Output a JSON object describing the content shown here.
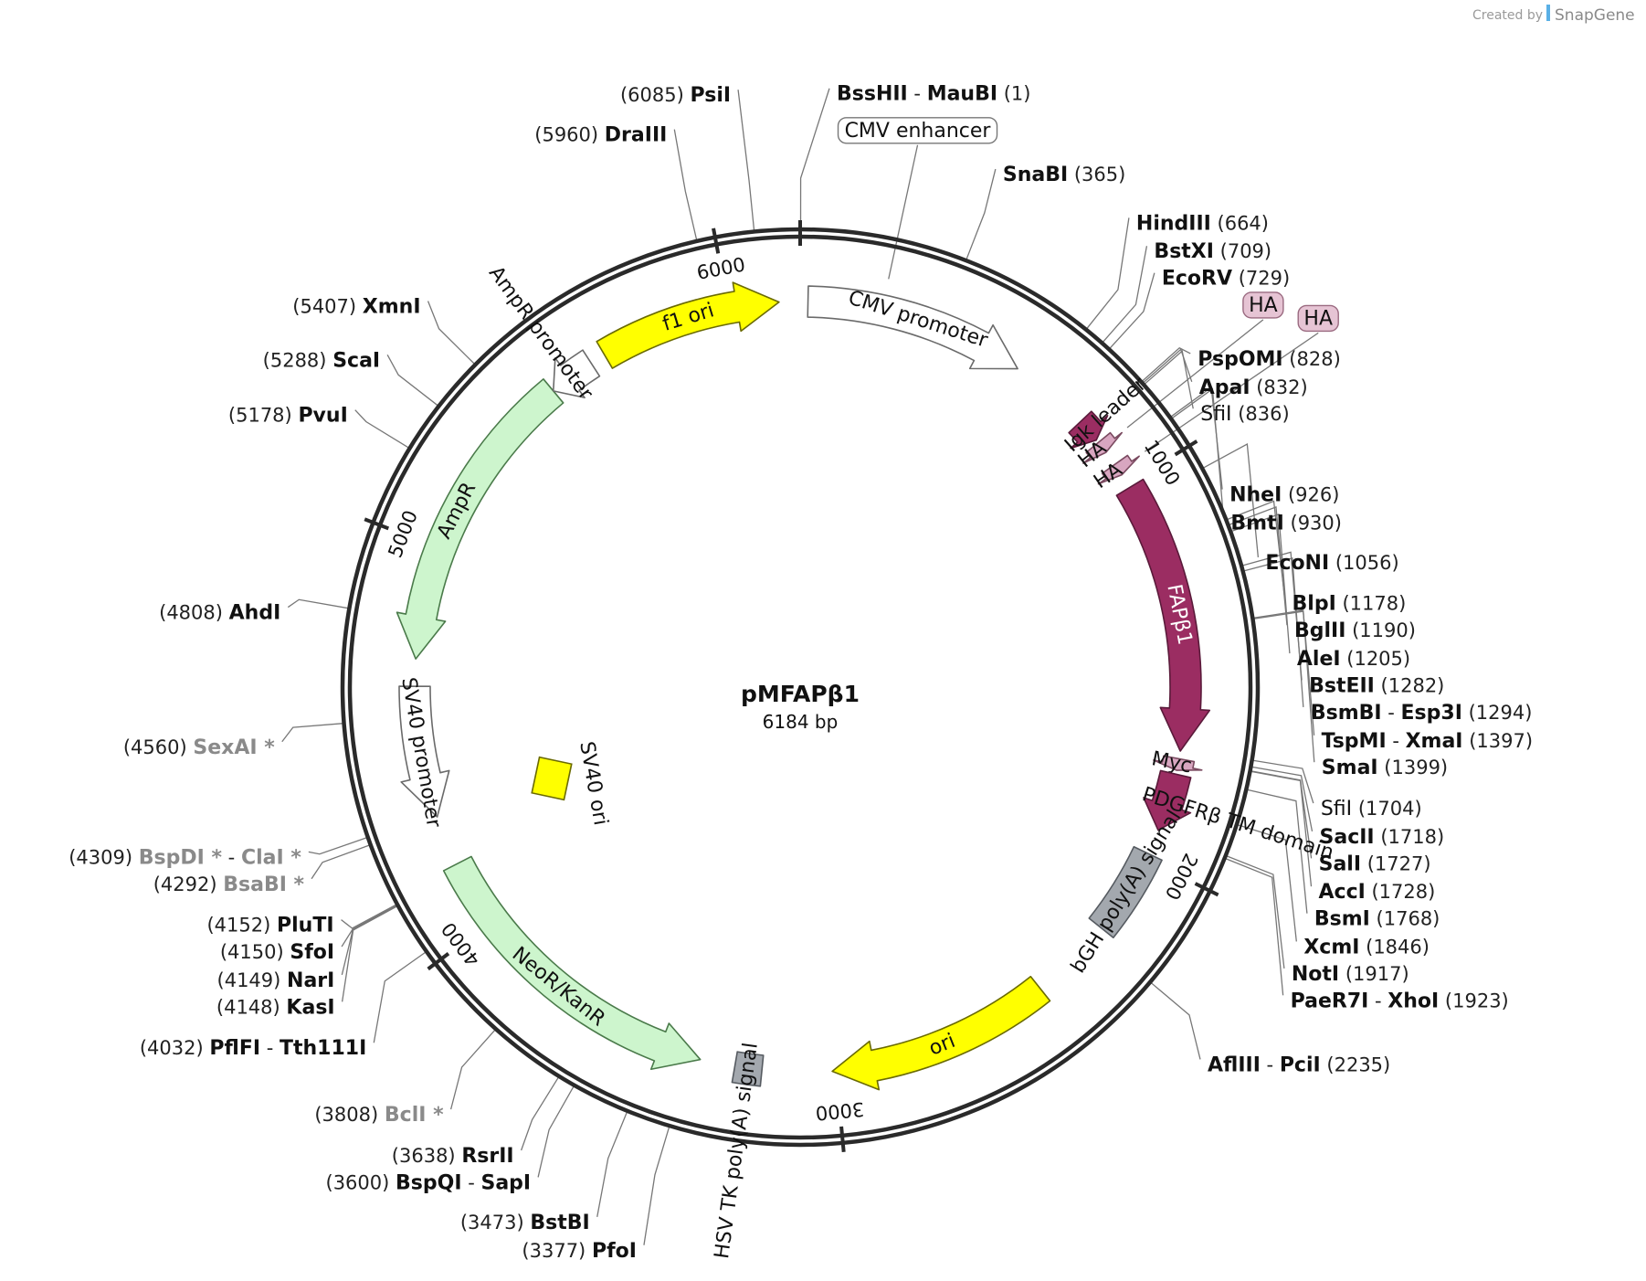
{
  "credit": {
    "prefix": "Created by",
    "brand": "SnapGene"
  },
  "plasmid": {
    "name": "pMFAPβ1",
    "size_label": "6184 bp",
    "length": 6184
  },
  "ticks": [
    {
      "pos": 0,
      "label": ""
    },
    {
      "pos": 1000,
      "label": "1000"
    },
    {
      "pos": 2000,
      "label": "2000"
    },
    {
      "pos": 3000,
      "label": "3000"
    },
    {
      "pos": 4000,
      "label": "4000"
    },
    {
      "pos": 5000,
      "label": "5000"
    },
    {
      "pos": 6000,
      "label": "6000"
    }
  ],
  "features": [
    {
      "name": "f1 ori",
      "start": 5660,
      "end": 6130,
      "dir": 1,
      "color": "#ffff00",
      "stroke": "#6a6a00",
      "text_color": "#111111"
    },
    {
      "name": "CMV promoter",
      "start": 20,
      "end": 590,
      "dir": 1,
      "color": "#ffffff",
      "stroke": "#6a6a6a",
      "text_color": "#111111"
    },
    {
      "name": "Igk leader",
      "start": 800,
      "end": 862,
      "dir": 1,
      "color": "#9b2d62",
      "stroke": "#5a1a3a",
      "text_color": "#ffffff"
    },
    {
      "name": "HA",
      "start": 870,
      "end": 902,
      "dir": 1,
      "color": "#d8a6c0",
      "stroke": "#7a4a60",
      "text_color": "#111111"
    },
    {
      "name": "HA",
      "start": 940,
      "end": 972,
      "dir": 1,
      "color": "#d8a6c0",
      "stroke": "#7a4a60",
      "text_color": "#111111"
    },
    {
      "name": "FAPβ1",
      "start": 1010,
      "end": 1710,
      "dir": 1,
      "color": "#9b2d62",
      "stroke": "#5a1a3a",
      "text_color": "#ffffff"
    },
    {
      "name": "Myc",
      "start": 1730,
      "end": 1760,
      "dir": 1,
      "color": "#d8a6c0",
      "stroke": "#7a4a60",
      "text_color": "#111111"
    },
    {
      "name": "PDGFRβ TM domain",
      "start": 1770,
      "end": 1920,
      "dir": 1,
      "color": "#9b2d62",
      "stroke": "#5a1a3a",
      "text_color": "#ffffff"
    },
    {
      "name": "bGH poly(A) signal",
      "start": 1985,
      "end": 2210,
      "dir": 0,
      "color": "#a3a8ae",
      "stroke": "#555a60",
      "text_color": "#111111"
    },
    {
      "name": "ori",
      "start": 2430,
      "end": 3010,
      "dir": 1,
      "color": "#ffff00",
      "stroke": "#6a6a00",
      "text_color": "#111111"
    },
    {
      "name": "HSV TK poly(A) signal",
      "start": 3190,
      "end": 3260,
      "dir": 0,
      "color": "#a3a8ae",
      "stroke": "#555a60",
      "text_color": "#111111"
    },
    {
      "name": "NeoR/KanR",
      "start": 3350,
      "end": 4170,
      "dir": -1,
      "color": "#cdf5cd",
      "stroke": "#4a7a4a",
      "text_color": "#111111"
    },
    {
      "name": "SV40 promoter",
      "start": 4300,
      "end": 4640,
      "dir": -1,
      "color": "#ffffff",
      "stroke": "#6a6a6a",
      "text_color": "#111111"
    },
    {
      "name": "AmpR",
      "start": 4710,
      "end": 5500,
      "dir": -1,
      "color": "#cdf5cd",
      "stroke": "#4a7a4a",
      "text_color": "#111111"
    },
    {
      "name": "AmpR promoter",
      "start": 5500,
      "end": 5620,
      "dir": -1,
      "color": "#ffffff",
      "stroke": "#6a6a6a",
      "text_color": "#111111"
    }
  ],
  "inner_features": [
    {
      "name": "SV40 ori",
      "color": "#ffff00",
      "stroke": "#6a6a00"
    }
  ],
  "sites": [
    {
      "name": "BssHII",
      "name2": "MauBI",
      "pos": 1,
      "side": "right",
      "label_y": 0.074,
      "gray": false
    },
    {
      "name": "SnaBI",
      "pos": 365,
      "side": "right",
      "label_y": 0.137,
      "gray": false
    },
    {
      "name": "HindIII",
      "pos": 664,
      "side": "right",
      "label_y": 0.175,
      "gray": false
    },
    {
      "name": "BstXI",
      "pos": 709,
      "side": "right",
      "label_y": 0.197,
      "gray": false
    },
    {
      "name": "EcoRV",
      "pos": 729,
      "side": "right",
      "label_y": 0.218,
      "gray": false
    },
    {
      "name": "PspOMI",
      "pos": 828,
      "side": "right",
      "label_y": 0.281,
      "gray": false
    },
    {
      "name": "ApaI",
      "pos": 832,
      "side": "right",
      "label_y": 0.303,
      "gray": false
    },
    {
      "name": "SfiI",
      "pos": 836,
      "side": "right",
      "label_y": 0.324,
      "gray": false,
      "light": true
    },
    {
      "name": "NheI",
      "pos": 926,
      "side": "right",
      "label_y": 0.387,
      "gray": false
    },
    {
      "name": "BmtI",
      "pos": 930,
      "side": "right",
      "label_y": 0.409,
      "gray": false
    },
    {
      "name": "EcoNI",
      "pos": 1056,
      "side": "right",
      "label_y": 0.44,
      "gray": false
    },
    {
      "name": "BlpI",
      "pos": 1178,
      "side": "right",
      "label_y": 0.472,
      "gray": false
    },
    {
      "name": "BglII",
      "pos": 1190,
      "side": "right",
      "label_y": 0.493,
      "gray": false
    },
    {
      "name": "AleI",
      "pos": 1205,
      "side": "right",
      "label_y": 0.515,
      "gray": false
    },
    {
      "name": "BstEII",
      "pos": 1282,
      "side": "right",
      "label_y": 0.536,
      "gray": false
    },
    {
      "name": "BsmBI",
      "name2": "Esp3I",
      "pos": 1294,
      "side": "right",
      "label_y": 0.557,
      "gray": false
    },
    {
      "name": "TspMI",
      "name2": "XmaI",
      "pos": 1397,
      "side": "right",
      "label_y": 0.579,
      "gray": false
    },
    {
      "name": "SmaI",
      "pos": 1399,
      "side": "right",
      "label_y": 0.6,
      "gray": false
    },
    {
      "name": "SfiI",
      "pos": 1704,
      "side": "right",
      "label_y": 0.632,
      "gray": false,
      "light": true
    },
    {
      "name": "SacII",
      "pos": 1718,
      "side": "right",
      "label_y": 0.654,
      "gray": false
    },
    {
      "name": "SalI",
      "pos": 1727,
      "side": "right",
      "label_y": 0.675,
      "gray": false
    },
    {
      "name": "AccI",
      "pos": 1728,
      "side": "right",
      "label_y": 0.697,
      "gray": false
    },
    {
      "name": "BsmI",
      "pos": 1768,
      "side": "right",
      "label_y": 0.718,
      "gray": false
    },
    {
      "name": "XcmI",
      "pos": 1846,
      "side": "right",
      "label_y": 0.74,
      "gray": false
    },
    {
      "name": "NotI",
      "pos": 1917,
      "side": "right",
      "label_y": 0.761,
      "gray": false
    },
    {
      "name": "PaeR7I",
      "name2": "XhoI",
      "pos": 1923,
      "side": "right",
      "label_y": 0.782,
      "gray": false
    },
    {
      "name": "AflIII",
      "name2": "PciI",
      "pos": 2235,
      "side": "right",
      "label_y": 0.832,
      "gray": false
    },
    {
      "name": "PfoI",
      "pos": 3377,
      "side": "left",
      "label_y": 0.977,
      "gray": false
    },
    {
      "name": "BstBI",
      "pos": 3473,
      "side": "left",
      "label_y": 0.955,
      "gray": false
    },
    {
      "name": "BspQI",
      "name2": "SapI",
      "pos": 3600,
      "side": "left",
      "label_y": 0.924,
      "gray": false
    },
    {
      "name": "RsrII",
      "pos": 3638,
      "side": "left",
      "label_y": 0.903,
      "gray": false
    },
    {
      "name": "BclI *",
      "pos": 3808,
      "side": "left",
      "label_y": 0.871,
      "gray": true
    },
    {
      "name": "PflFI",
      "name2": "Tth111I",
      "pos": 4032,
      "side": "left",
      "label_y": 0.819,
      "gray": false
    },
    {
      "name": "KasI",
      "pos": 4148,
      "side": "left",
      "label_y": 0.787,
      "gray": false
    },
    {
      "name": "NarI",
      "pos": 4149,
      "side": "left",
      "label_y": 0.766,
      "gray": false
    },
    {
      "name": "SfoI",
      "pos": 4150,
      "side": "left",
      "label_y": 0.744,
      "gray": false
    },
    {
      "name": "PluTI",
      "pos": 4152,
      "side": "left",
      "label_y": 0.723,
      "gray": false
    },
    {
      "name": "BsaBI *",
      "pos": 4292,
      "side": "left",
      "label_y": 0.691,
      "gray": true
    },
    {
      "name": "BspDI *",
      "name2": "ClaI *",
      "pos": 4309,
      "side": "left",
      "label_y": 0.67,
      "gray": true
    },
    {
      "name": "SexAI *",
      "pos": 4560,
      "side": "left",
      "label_y": 0.584,
      "gray": true
    },
    {
      "name": "AhdI",
      "pos": 4808,
      "side": "left",
      "label_y": 0.479,
      "gray": false
    },
    {
      "name": "PvuI",
      "pos": 5178,
      "side": "left",
      "label_y": 0.325,
      "gray": false
    },
    {
      "name": "ScaI",
      "pos": 5288,
      "side": "left",
      "label_y": 0.282,
      "gray": false
    },
    {
      "name": "XmnI",
      "pos": 5407,
      "side": "left",
      "label_y": 0.24,
      "gray": false
    },
    {
      "name": "DraIII",
      "pos": 5960,
      "side": "left",
      "label_y": 0.106,
      "gray": false
    },
    {
      "name": "PsiI",
      "pos": 6085,
      "side": "left",
      "label_y": 0.075,
      "gray": false
    }
  ],
  "callouts": [
    {
      "name": "CMV enhancer",
      "pos": 210,
      "style": "outline"
    },
    {
      "name": "HA",
      "pos": 886,
      "style": "pink"
    },
    {
      "name": "HA",
      "pos": 956,
      "style": "pink"
    }
  ]
}
